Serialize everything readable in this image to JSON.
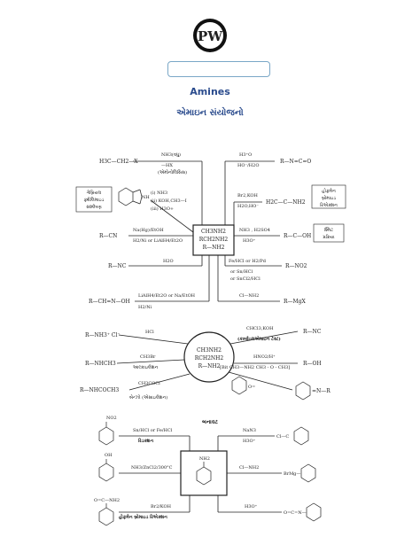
{
  "header": {
    "logo_text": "PW",
    "title_en": "Amines",
    "title_gu": "એમાઇન સંયોજનો"
  },
  "diagram1": {
    "center": [
      "CH3NH2",
      "RCH2NH2",
      "R—NH2"
    ],
    "left": [
      {
        "reactant": "H3C—CH2—X",
        "above": "NH3(વધુ)",
        "below": "—HX",
        "note": "(એમોનોલિસિસ)"
      },
      {
        "reactant_box": [
          "ગેબ્રિયલ",
          "ફ્થેલિમાઇડ",
          "સંશ્લેષણ"
        ],
        "steps": [
          "(i) NH3",
          "(ii) KOH,CH3—I",
          "(iii) H3O+"
        ]
      },
      {
        "reactant": "R—CN",
        "above": "Na(Hg)/EtOH",
        "below": "H2/Ni or LiAlH4/Et2O"
      },
      {
        "reactant": "R—NC",
        "above": "H2O"
      },
      {
        "reactant": "R—CH=N—OH",
        "above": "LiAlH4/Et2O or Na/EtOH",
        "below": "H2/Ni"
      }
    ],
    "right": [
      {
        "reactant": "R—N=C=O",
        "above": "H3⁺O",
        "below": "HO⁻/H2O"
      },
      {
        "reactant": "H2C—C—NH2",
        "above": "Br2,KOH",
        "below": "H2O,HO⁻",
        "box": [
          "હોફમેન",
          "બ્રોમાઇડ",
          "રિએક્શન"
        ]
      },
      {
        "reactant": "R—C—OH",
        "above": "NH3 , H2SO4",
        "below": "H3O⁺",
        "box": [
          "શ્મિટ",
          "પ્રક્રિયા"
        ]
      },
      {
        "reactant": "R—NO2",
        "above": "Fe/HCl or H2/Pd",
        "below": [
          "or Sn/HCl",
          "or SnCl2/HCl"
        ]
      },
      {
        "reactant": "R—MgX",
        "above": "Cl—NH2"
      }
    ]
  },
  "diagram2": {
    "center": [
      "CH3NH2",
      "RCH2NH2",
      "R—NH2"
    ],
    "left": [
      {
        "product": "R—NH3⁺ Cl⁻",
        "above": "HCl"
      },
      {
        "product": "R—NHCH3",
        "above": "CH3Br",
        "below": "આલ્કાઇલેશન"
      },
      {
        "product": "R—NHCOCH3",
        "above": "CH3COCl",
        "below": "બેન્ઝો (એસાઇલેશન)"
      }
    ],
    "right": [
      {
        "product": "R—NC",
        "above": "CHCl3,KOH",
        "below": "(કાર્બાઇલએમાઇન ટેસ્ટ)"
      },
      {
        "product": "R—OH",
        "above": "HNO2/H⁺",
        "below": "[Bit CH3—NH2  CH3 - O - CH3]"
      },
      {
        "product": "=N—R",
        "reagent": "O="
      }
    ]
  },
  "diagram3": {
    "heading": "બનાવટ",
    "center": "NH2",
    "left": [
      {
        "reactant": "NO2",
        "above": "Sn/HCl or Fe/HCl",
        "below": "રિડક્શન"
      },
      {
        "reactant": "OH",
        "above": "NH3/ZnCl2/300°C"
      },
      {
        "reactant": "O=C—NH2",
        "above": "Br2/KOH",
        "below": "હોફમેન બ્રોમાઇડ રિએક્શન"
      }
    ],
    "right": [
      {
        "reactant": "Cl—C",
        "above": "NaN3",
        "below": "H3O⁺"
      },
      {
        "reactant": "BrMg—",
        "above": "Cl—NH2"
      },
      {
        "reactant": "O=C=N—",
        "above": "H3O⁺"
      }
    ]
  }
}
